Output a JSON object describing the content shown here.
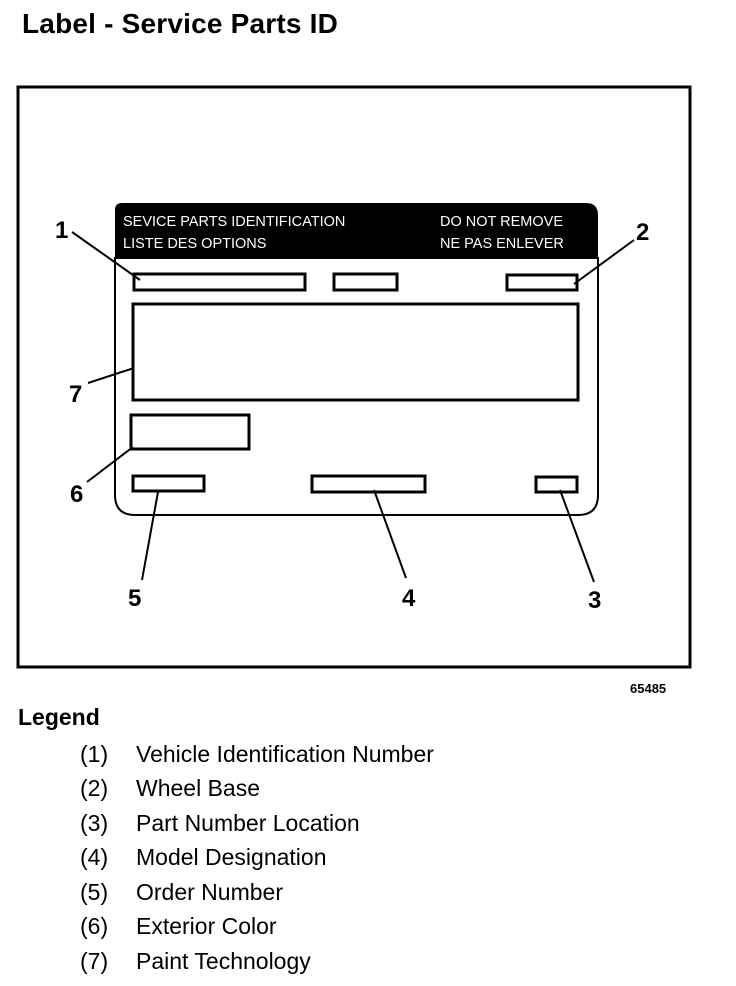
{
  "title": "Label - Service Parts ID",
  "figure_id": "65485",
  "label": {
    "header_line1": "SEVICE PARTS IDENTIFICATION",
    "header_line2": "LISTE DES OPTIONS",
    "header_right1": "DO NOT REMOVE",
    "header_right2": "NE PAS ENLEVER"
  },
  "callouts": [
    "1",
    "2",
    "3",
    "4",
    "5",
    "6",
    "7"
  ],
  "legend": {
    "title": "Legend",
    "items": [
      {
        "num": "(1)",
        "text": "Vehicle Identification Number"
      },
      {
        "num": "(2)",
        "text": "Wheel Base"
      },
      {
        "num": "(3)",
        "text": "Part Number Location"
      },
      {
        "num": "(4)",
        "text": "Model Designation"
      },
      {
        "num": "(5)",
        "text": "Order Number"
      },
      {
        "num": "(6)",
        "text": "Exterior Color"
      },
      {
        "num": "(7)",
        "text": "Paint Technology"
      }
    ]
  }
}
